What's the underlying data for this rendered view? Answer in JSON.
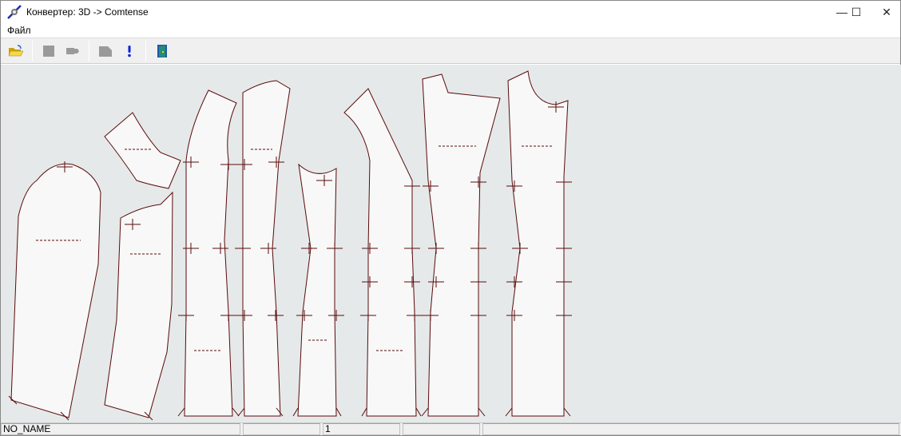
{
  "window": {
    "title": "Конвертер: 3D -> Comtense",
    "minimize": "—",
    "maximize": "☐",
    "close": "✕"
  },
  "menu": {
    "items": [
      {
        "label": "Файл"
      }
    ]
  },
  "toolbar": {
    "buttons": [
      {
        "icon": "open-folder-icon"
      },
      {
        "icon": "stop-icon"
      },
      {
        "icon": "convert-icon"
      },
      {
        "icon": "export-icon"
      },
      {
        "icon": "exclamation-icon"
      },
      {
        "icon": "exit-door-icon"
      }
    ]
  },
  "status": {
    "panels": [
      "NO_NAME",
      "",
      "1",
      "",
      ""
    ]
  },
  "colors": {
    "outline": "#5a0a0a",
    "piece_fill": "#f8f8f8",
    "canvas": "#e6e9ea"
  }
}
